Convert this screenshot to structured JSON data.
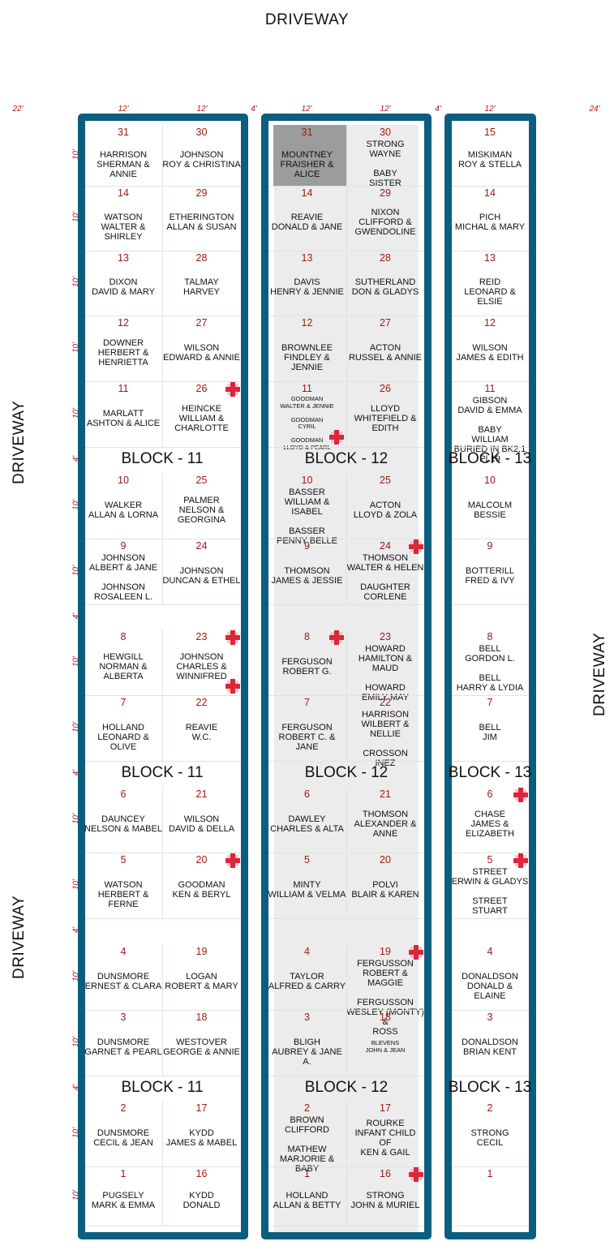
{
  "driveway_label": "DRIVEWAY",
  "dims": {
    "top": [
      "22'",
      "12'",
      "12'",
      "4'",
      "12'",
      "12'",
      "4'",
      "12'",
      "24'"
    ],
    "row": "10'",
    "gap": "4'"
  },
  "blocks": {
    "b11": "BLOCK - 11",
    "b12": "BLOCK - 12",
    "b13": "BLOCK - 13"
  },
  "plots": {
    "b11": [
      {
        "num": "31",
        "text": "HARRISON\nSHERMAN & ANNIE"
      },
      {
        "num": "30",
        "text": "JOHNSON\nROY & CHRISTINA"
      },
      {
        "num": "14",
        "text": "WATSON\nWALTER & SHIRLEY"
      },
      {
        "num": "29",
        "text": "ETHERINGTON\nALLAN & SUSAN"
      },
      {
        "num": "13",
        "text": "DIXON\nDAVID & MARY"
      },
      {
        "num": "28",
        "text": "TALMAY\nHARVEY"
      },
      {
        "num": "12",
        "text": "DOWNER\nHERBERT &\nHENRIETTA"
      },
      {
        "num": "27",
        "text": "WILSON\nEDWARD & ANNIE"
      },
      {
        "num": "11",
        "text": "MARLATT\nASHTON & ALICE"
      },
      {
        "num": "26",
        "text": "HEINCKE\nWILLIAM &\nCHARLOTTE"
      },
      {
        "num": "10",
        "text": "WALKER\nALLAN & LORNA"
      },
      {
        "num": "25",
        "text": "PALMER\nNELSON &\nGEORGINA"
      },
      {
        "num": "9",
        "text": "JOHNSON\nALBERT & JANE\n\nJOHNSON\nROSALEEN L."
      },
      {
        "num": "24",
        "text": "JOHNSON\nDUNCAN & ETHEL"
      },
      {
        "num": "8",
        "text": "HEWGILL\nNORMAN &\nALBERTA"
      },
      {
        "num": "23",
        "text": "JOHNSON\nCHARLES &\nWINNIFRED"
      },
      {
        "num": "7",
        "text": "HOLLAND\nLEONARD & OLIVE"
      },
      {
        "num": "22",
        "text": "REAVIE\nW.C."
      },
      {
        "num": "6",
        "text": "DAUNCEY\nNELSON & MABEL"
      },
      {
        "num": "21",
        "text": "WILSON\nDAVID & DELLA"
      },
      {
        "num": "5",
        "text": "WATSON\nHERBERT & FERNE"
      },
      {
        "num": "20",
        "text": "GOODMAN\nKEN & BERYL"
      },
      {
        "num": "4",
        "text": "DUNSMORE\nERNEST & CLARA"
      },
      {
        "num": "19",
        "text": "LOGAN\nROBERT & MARY"
      },
      {
        "num": "3",
        "text": "DUNSMORE\nGARNET & PEARL"
      },
      {
        "num": "18",
        "text": "WESTOVER\nGEORGE & ANNIE"
      },
      {
        "num": "2",
        "text": "DUNSMORE\nCECIL  & JEAN"
      },
      {
        "num": "17",
        "text": "KYDD\nJAMES & MABEL"
      },
      {
        "num": "1",
        "text": "PUGSELY\nMARK & EMMA"
      },
      {
        "num": "16",
        "text": "KYDD\nDONALD"
      }
    ],
    "b12": [
      {
        "num": "31",
        "text": "MOUNTNEY\nFRAISHER & ALICE"
      },
      {
        "num": "30",
        "text": "STRONG\nWAYNE\n\nBABY\nSISTER"
      },
      {
        "num": "14",
        "text": "REAVIE\nDONALD & JANE"
      },
      {
        "num": "29",
        "text": "NIXON\nCLIFFORD &\nGWENDOLINE"
      },
      {
        "num": "13",
        "text": "DAVIS\nHENRY & JENNIE"
      },
      {
        "num": "28",
        "text": "SUTHERLAND\nDON & GLADYS"
      },
      {
        "num": "12",
        "text": "BROWNLEE\nFINDLEY & JENNIE"
      },
      {
        "num": "27",
        "text": "ACTON\nRUSSEL & ANNIE"
      },
      {
        "num": "11",
        "text": "GOODMAN\nWALTER & JENNIE\n\nGOODMAN\nCYRIL\n\nGOODMAN\nLLOYD & PEARL"
      },
      {
        "num": "26",
        "text": "LLOYD\nWHITEFIELD &\nEDITH"
      },
      {
        "num": "10",
        "text": "BASSER\nWILLIAM & ISABEL\n\nBASSER\nPENNY BELLE"
      },
      {
        "num": "25",
        "text": "ACTON\nLLOYD & ZOLA"
      },
      {
        "num": "9",
        "text": "THOMSON\nJAMES & JESSIE"
      },
      {
        "num": "24",
        "text": "THOMSON\nWALTER & HELEN\n\nDAUGHTER\nCORLENE"
      },
      {
        "num": "8",
        "text": "FERGUSON\nROBERT  G."
      },
      {
        "num": "23",
        "text": "HOWARD\nHAMILTON & MAUD\n\nHOWARD\nEMILY MAY"
      },
      {
        "num": "7",
        "text": "FERGUSON\nROBERT  C. & JANE"
      },
      {
        "num": "22",
        "text": "HARRISON\nWILBERT & NELLIE\n\nCROSSON\nINEZ"
      },
      {
        "num": "6",
        "text": "DAWLEY\nCHARLES & ALTA"
      },
      {
        "num": "21",
        "text": "THOMSON\nALEXANDER &\nANNE"
      },
      {
        "num": "5",
        "text": "MINTY\nWILLIAM & VELMA"
      },
      {
        "num": "20",
        "text": "POLVI\nBLAIR & KAREN"
      },
      {
        "num": "4",
        "text": "TAYLOR\nALFRED & CARRY"
      },
      {
        "num": "19",
        "text": "FERGUSSON\nROBERT &\nMAGGIE\n\nFERGUSSON\nWESLEY (MONTY) &\nROSS"
      },
      {
        "num": "3",
        "text": "BLIGH\nAUBREY & JANE A."
      },
      {
        "num": "18",
        "text": "BLEVENS\nJOHN & JEAN"
      },
      {
        "num": "2",
        "text": "BROWN\nCLIFFORD\n\nMATHEW\nMARJORIE & BABY"
      },
      {
        "num": "17",
        "text": "ROURKE\nINFANT CHILD\nOF\nKEN & GAIL"
      },
      {
        "num": "1",
        "text": "HOLLAND\nALLAN & BETTY"
      },
      {
        "num": "16",
        "text": "STRONG\nJOHN & MURIEL"
      }
    ],
    "b13": [
      {
        "num": "15",
        "text": "MISKIMAN\nROY & STELLA"
      },
      {
        "num": "14",
        "text": "PICH\nMICHAL & MARY"
      },
      {
        "num": "13",
        "text": "REID\nLEONARD & ELSIE"
      },
      {
        "num": "12",
        "text": "WILSON\nJAMES & EDITH"
      },
      {
        "num": "11",
        "text": "GIBSON\nDAVID & EMMA\n\nBABY\nWILLIAM\nBURIED IN BK2.1 PL19"
      },
      {
        "num": "10",
        "text": "MALCOLM\nBESSIE"
      },
      {
        "num": "9",
        "text": "BOTTERILL\nFRED & IVY"
      },
      {
        "num": "8",
        "text": "BELL\nGORDON L.\n\nBELL\nHARRY & LYDIA"
      },
      {
        "num": "7",
        "text": "BELL\nJIM"
      },
      {
        "num": "6",
        "text": "CHASE\nJAMES &\nELIZABETH"
      },
      {
        "num": "5",
        "text": "STREET\nERWIN & GLADYS\n\nSTREET\nSTUART"
      },
      {
        "num": "4",
        "text": "DONALDSON\nDONALD & ELAINE"
      },
      {
        "num": "3",
        "text": "DONALDSON\nBRIAN KENT"
      },
      {
        "num": "2",
        "text": "STRONG\nCECIL"
      },
      {
        "num": "1",
        "text": ""
      }
    ]
  },
  "colors": {
    "frame": "#0b5e7d",
    "plot_number": "#a01818",
    "dimension": "#b01818",
    "shade": "#ececec",
    "highlight": "#9c9c9c",
    "cross": "#d8283a"
  },
  "icons": [
    "cross-marker-icon"
  ]
}
